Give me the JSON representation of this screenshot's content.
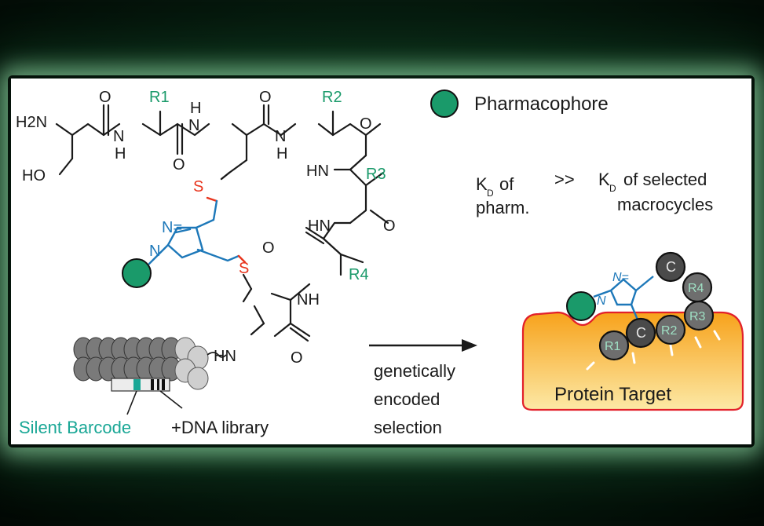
{
  "colors": {
    "green": "#1a9a6a",
    "blue": "#1d78b9",
    "red": "#e8341c",
    "teal": "#1aa796",
    "black": "#1a1a1a",
    "gray_bead": "#6e6e6e",
    "target_orange": "#f7a21b"
  },
  "molecule": {
    "amine": "H2N",
    "hydroxyl": "HO",
    "r1": "R1",
    "r2": "R2",
    "r3": "R3",
    "r4": "R4",
    "n": "N",
    "h": "H",
    "hn": "HN",
    "nh": "NH",
    "o": "O",
    "s": "S",
    "n_eq_n": "N=",
    "triazole_n1": "N",
    "triazole_n_chain": "N"
  },
  "legend": {
    "pharmacophore_label": "Pharmacophore"
  },
  "comparison": {
    "k_left": "K",
    "k_left_sub": "D",
    "k_left_of": "of",
    "k_left_line2": "pharm.",
    "operator": ">>",
    "k_right": "K",
    "k_right_sub": "D",
    "k_right_rest": "of selected",
    "k_right_line2": "macrocycles"
  },
  "barcode": {
    "silent": "Silent Barcode",
    "plus": "+DNA library"
  },
  "arrow_text": [
    "genetically",
    "encoded",
    "selection"
  ],
  "target": {
    "label": "Protein Target",
    "bead_c": "C",
    "bead_r1": "R1",
    "bead_r2": "R2",
    "bead_r3": "R3",
    "bead_r4": "R4"
  }
}
